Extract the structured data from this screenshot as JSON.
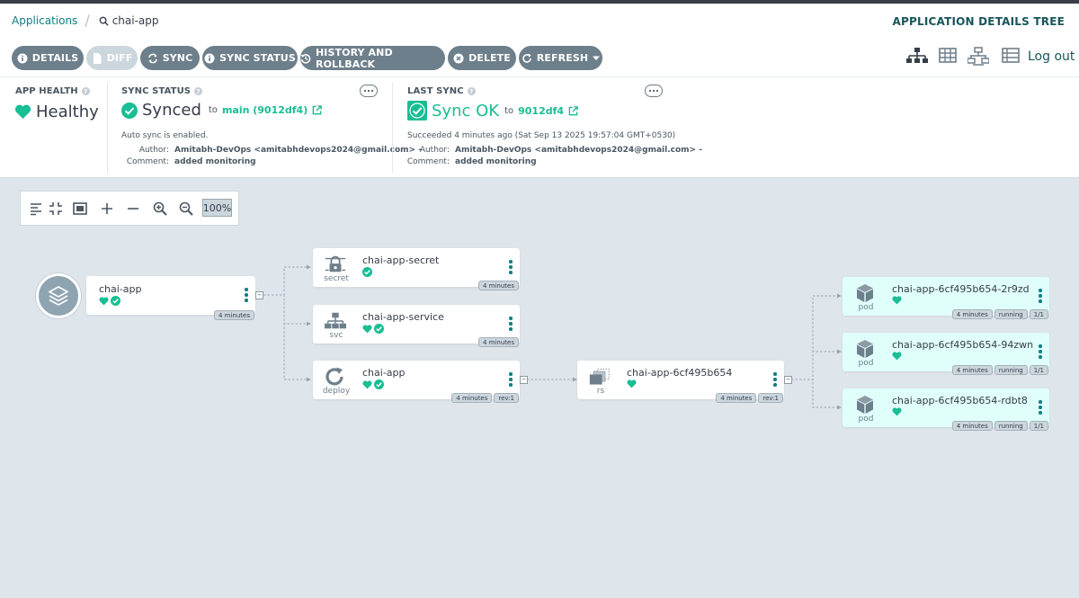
{
  "breadcrumb": {
    "root": "Applications",
    "current": "chai-app"
  },
  "page_title": "APPLICATION DETAILS TREE",
  "toolbar": {
    "details": "DETAILS",
    "diff": "DIFF",
    "sync": "SYNC",
    "sync_status": "SYNC STATUS",
    "history": "HISTORY AND ROLLBACK",
    "delete": "DELETE",
    "refresh": "REFRESH"
  },
  "logout": "Log out",
  "app_health": {
    "title": "APP HEALTH",
    "status": "Healthy"
  },
  "sync_status": {
    "title": "SYNC STATUS",
    "status": "Synced",
    "to_label": "to",
    "revision": "main (9012df4)",
    "auto_sync": "Auto sync is enabled.",
    "author_label": "Author:",
    "author": "Amitabh-DevOps <amitabhdevops2024@gmail.com> -",
    "comment_label": "Comment:",
    "comment": "added monitoring"
  },
  "last_sync": {
    "title": "LAST SYNC",
    "status": "Sync OK",
    "to_label": "to",
    "revision": "9012df4",
    "succeeded": "Succeeded 4 minutes ago (Sat Sep 13 2025 19:57:04 GMT+0530)",
    "author_label": "Author:",
    "author": "Amitabh-DevOps <amitabhdevops2024@gmail.com> -",
    "comment_label": "Comment:",
    "comment": "added monitoring"
  },
  "zoom": "100%",
  "nodes": {
    "app": {
      "name": "chai-app",
      "age": "4 minutes"
    },
    "secret": {
      "name": "chai-app-secret",
      "kind": "secret",
      "age": "4 minutes"
    },
    "service": {
      "name": "chai-app-service",
      "kind": "svc",
      "age": "4 minutes"
    },
    "deploy": {
      "name": "chai-app",
      "kind": "deploy",
      "age": "4 minutes",
      "rev": "rev:1"
    },
    "rs": {
      "name": "chai-app-6cf495b654",
      "kind": "rs",
      "age": "4 minutes",
      "rev": "rev:1"
    },
    "pods": [
      {
        "name": "chai-app-6cf495b654-2r9zd",
        "kind": "pod",
        "age": "4 minutes",
        "state": "running",
        "ready": "1/1"
      },
      {
        "name": "chai-app-6cf495b654-94zwn",
        "kind": "pod",
        "age": "4 minutes",
        "state": "running",
        "ready": "1/1"
      },
      {
        "name": "chai-app-6cf495b654-rdbt8",
        "kind": "pod",
        "age": "4 minutes",
        "state": "running",
        "ready": "1/1"
      }
    ]
  },
  "colors": {
    "healthy": "#18be94",
    "accent": "#0d7f85",
    "button": "#6d7f8b"
  }
}
